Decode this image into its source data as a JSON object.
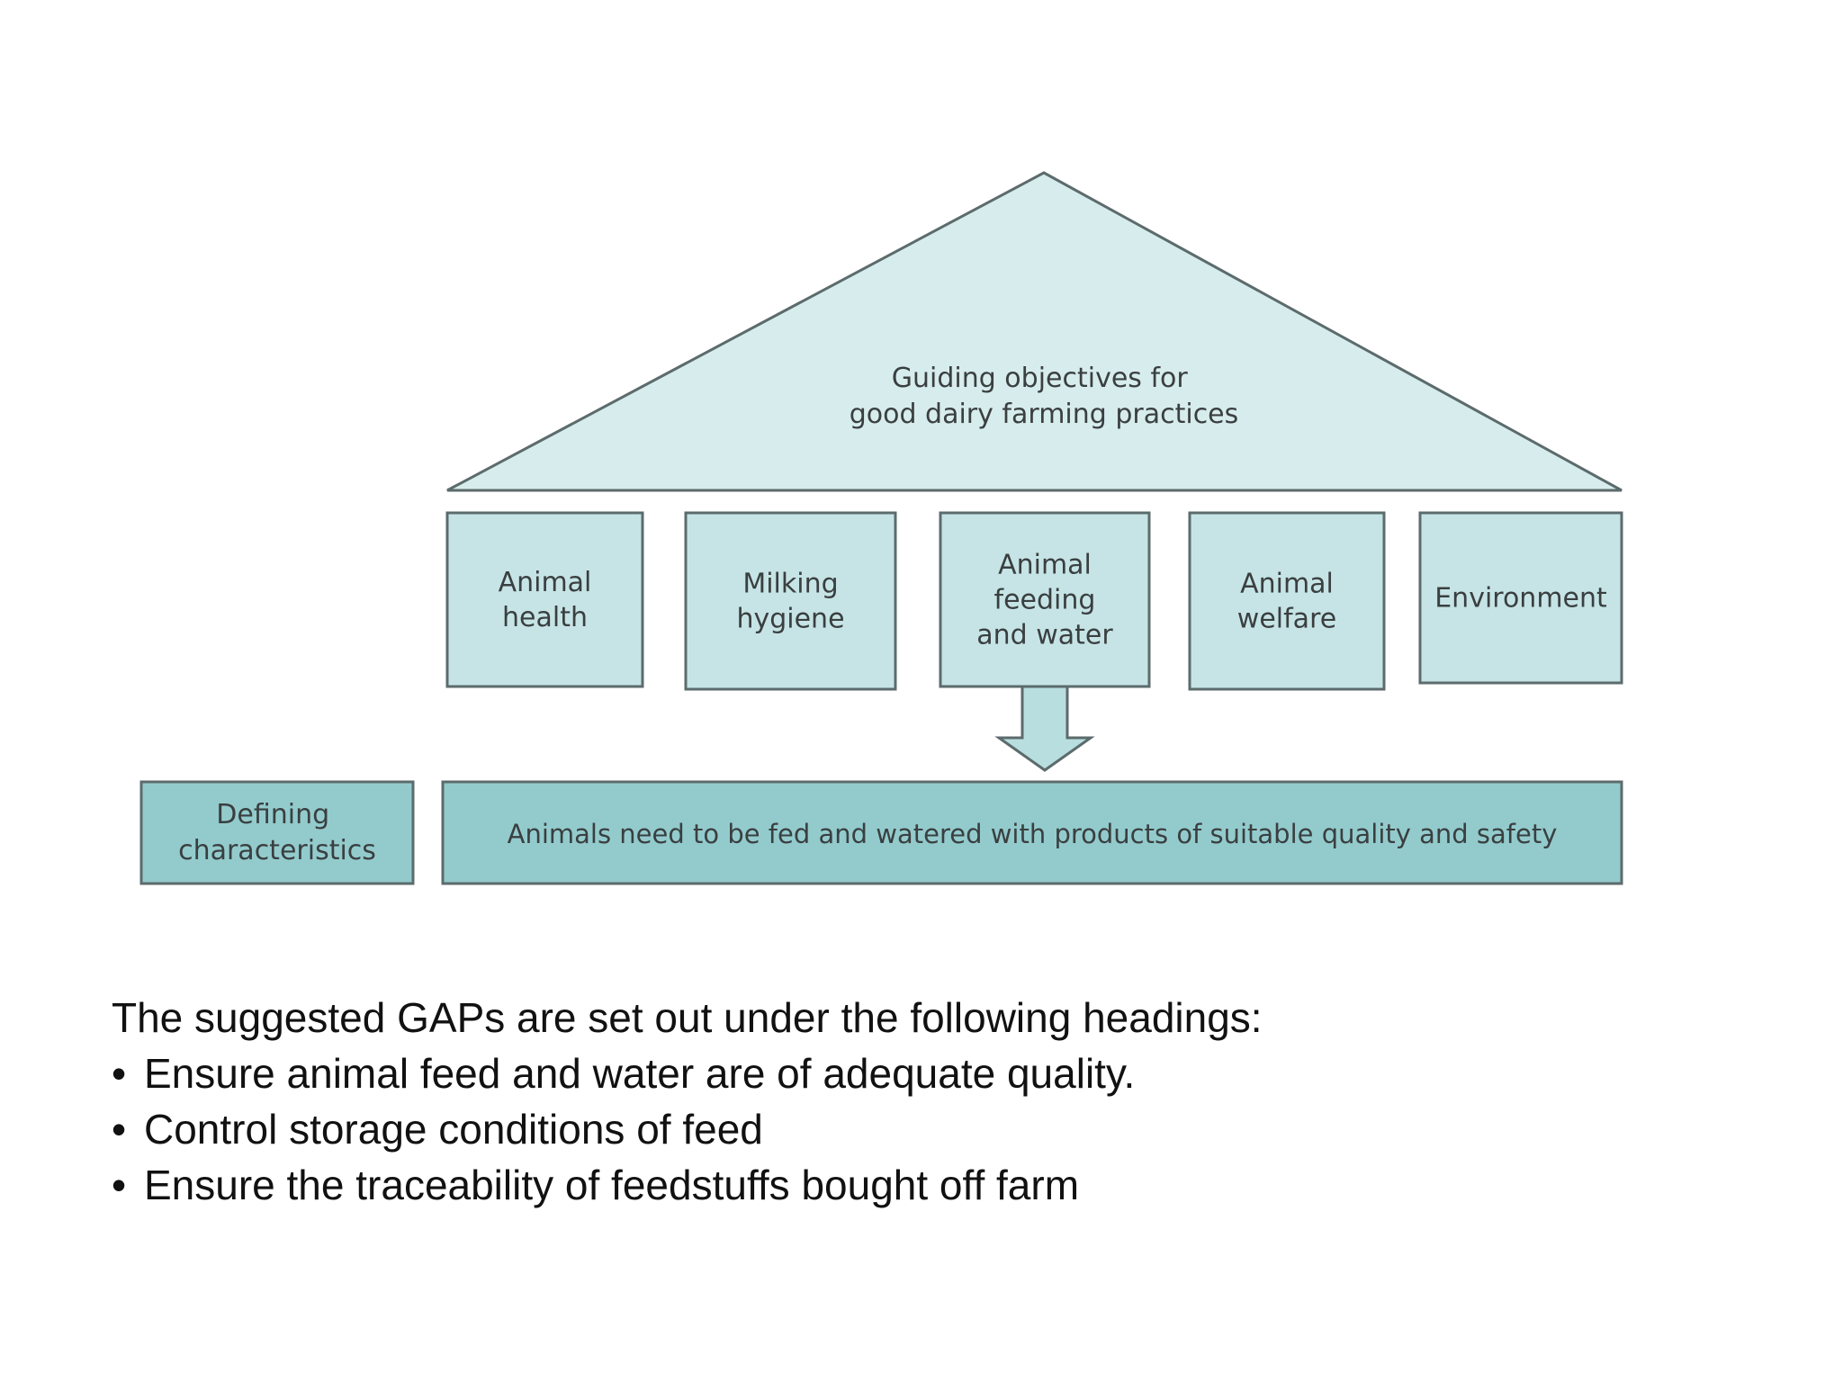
{
  "diagram": {
    "roof": {
      "lines": [
        "Guiding objectives for",
        "good dairy farming practices"
      ]
    },
    "pillars": [
      {
        "lines": [
          "Animal",
          "health"
        ]
      },
      {
        "lines": [
          "Milking",
          "hygiene"
        ]
      },
      {
        "lines": [
          "Animal",
          "feeding",
          "and water"
        ]
      },
      {
        "lines": [
          "Animal",
          "welfare"
        ]
      },
      {
        "lines": [
          "Environment"
        ]
      }
    ],
    "defining_label": {
      "lines": [
        "Defining",
        "characteristics"
      ]
    },
    "characteristic": "Animals need to be fed and watered with products of suitable quality and safety",
    "colors": {
      "roof_fill": "#d7eced",
      "pillar_fill": "#c6e4e6",
      "arrow_fill": "#b9dee0",
      "band_fill": "#93cbcd",
      "stroke": "#5c6b6c"
    }
  },
  "text": {
    "intro": "The suggested GAPs are set out  under the following headings:",
    "bullet_symbol": "•",
    "bullets": [
      "Ensure animal feed and water are of adequate quality.",
      "Control storage conditions of feed",
      "Ensure the traceability of feedstuffs bought off farm"
    ]
  }
}
